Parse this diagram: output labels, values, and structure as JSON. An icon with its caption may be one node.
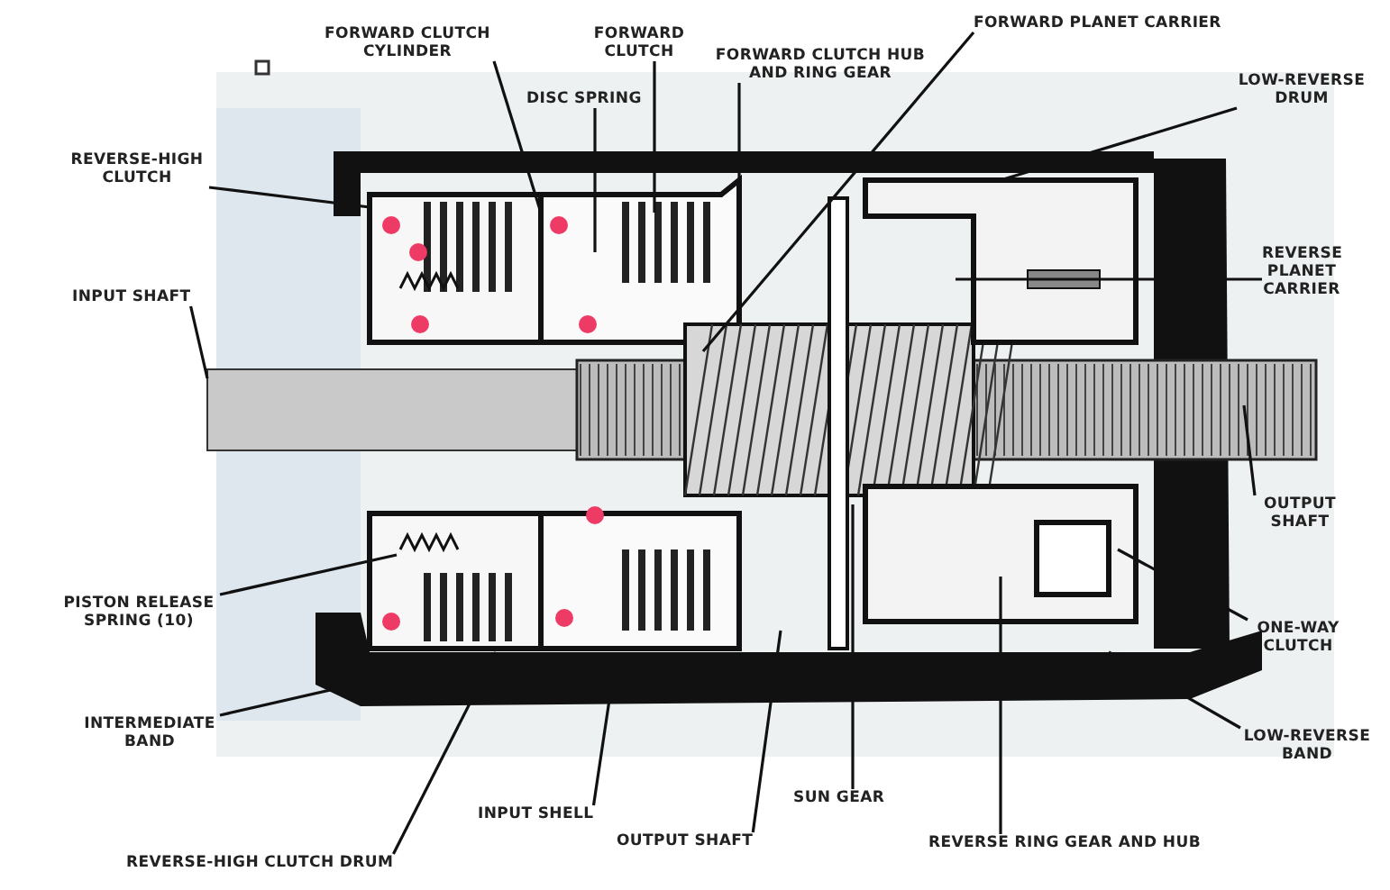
{
  "diagram": {
    "nodes": [
      {
        "text": [
          "FORWARD CLUTCH CYLINDER"
        ]
      },
      {
        "text": [
          "FORWARD CLUTCH"
        ]
      },
      {
        "text": [
          "FORWARD CLUTCH HUB AND RING GEAR"
        ]
      },
      {
        "text": [
          "FORWARD PLANET CARRIER"
        ]
      },
      {
        "text": [
          "DISC SPRING"
        ]
      },
      {
        "text": [
          "LOW-REVERSE DRUM"
        ]
      },
      {
        "text": [
          "REVERSE-HIGH CLUTCH"
        ]
      },
      {
        "text": [
          "REVERSE PLANET CARRIER"
        ]
      },
      {
        "text": [
          "INPUT SHAFT"
        ]
      },
      {
        "text": [
          "OUTPUT SHAFT"
        ]
      },
      {
        "text": [
          "PISTON RELEASE SPRING (10)"
        ]
      },
      {
        "text": [
          "ONE-WAY CLUTCH"
        ]
      },
      {
        "text": [
          "INTERMEDIATE BAND"
        ]
      },
      {
        "text": [
          "LOW-REVERSE BAND"
        ]
      },
      {
        "text": [
          "SUN GEAR"
        ]
      },
      {
        "text": [
          "INPUT SHELL"
        ]
      },
      {
        "text": [
          "OUTPUT SHAFT"
        ]
      },
      {
        "text": [
          "REVERSE RING GEAR AND HUB"
        ]
      },
      {
        "text": [
          "REVERSE-HIGH CLUTCH DRUM"
        ]
      }
    ],
    "edges": [
      {
        "from": 0,
        "to": null,
        "arrow": "none"
      },
      {
        "from": 1,
        "to": null,
        "arrow": "none"
      },
      {
        "from": 2,
        "to": null,
        "arrow": "none"
      },
      {
        "from": 3,
        "to": null,
        "arrow": "none"
      },
      {
        "from": 4,
        "to": null,
        "arrow": "none"
      },
      {
        "from": 5,
        "to": null,
        "arrow": "none"
      },
      {
        "from": 6,
        "to": null,
        "arrow": "none"
      },
      {
        "from": 7,
        "to": null,
        "arrow": "none"
      },
      {
        "from": 8,
        "to": null,
        "arrow": "none"
      },
      {
        "from": 9,
        "to": null,
        "arrow": "none"
      },
      {
        "from": 10,
        "to": null,
        "arrow": "none"
      },
      {
        "from": 11,
        "to": null,
        "arrow": "none"
      },
      {
        "from": 12,
        "to": null,
        "arrow": "none"
      },
      {
        "from": 13,
        "to": null,
        "arrow": "none"
      },
      {
        "from": 14,
        "to": null,
        "arrow": "none"
      },
      {
        "from": 15,
        "to": null,
        "arrow": "none"
      },
      {
        "from": 16,
        "to": null,
        "arrow": "none"
      },
      {
        "from": 17,
        "to": null,
        "arrow": "none"
      },
      {
        "from": 18,
        "to": null,
        "arrow": "none"
      }
    ]
  }
}
